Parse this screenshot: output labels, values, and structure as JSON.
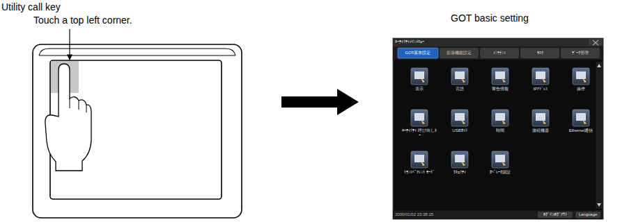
{
  "diagram": {
    "labels": [
      "Utility call key",
      "Touch a top left corner.",
      "GOT basic setting",
      "ﾕｰﾃｨﾘﾃｨﾒｲﾝﾒﾆｭｰ",
      "GOT基本設定",
      "拡張機能設定",
      "ﾒﾝﾃﾅﾝｽ",
      "ﾓﾆﾀ",
      "ﾃﾞｰﾀ管理",
      "表示",
      "言語",
      "警告情報",
      "IPｱﾄﾞﾚｽ",
      "操作",
      "ﾕｰﾃｨﾘﾃｨ 呼び出しｷｰ",
      "USBﾎｽﾄ",
      "時間",
      "接続機器",
      "Ethernet通信",
      "ﾄﾗﾝｽﾍﾟｱﾚﾝﾄ ﾓｰﾄﾞ",
      "ｾｷｭﾘﾃｨ",
      "ｵﾍﾟﾚｰﾀ認証",
      "2000/01/02 23:38:15",
      "ﾛｸﾞｲﾝ/ﾛｸﾞｱｳﾄ",
      "Language"
    ]
  }
}
